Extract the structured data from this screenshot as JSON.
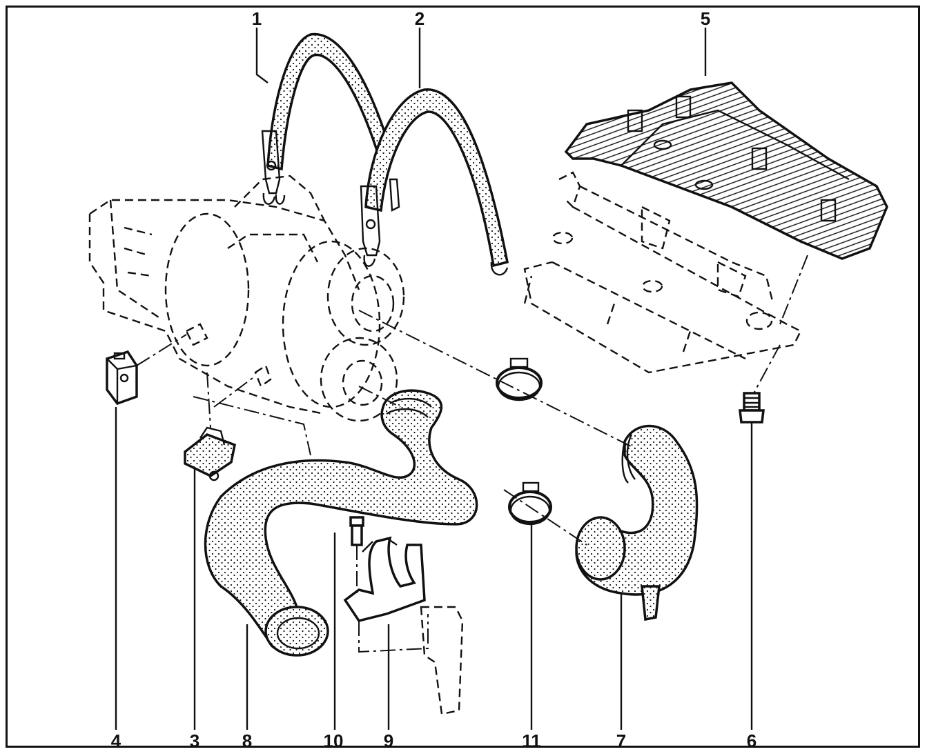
{
  "diagram": {
    "callouts": [
      {
        "id": "1",
        "label": "1"
      },
      {
        "id": "2",
        "label": "2"
      },
      {
        "id": "3",
        "label": "3"
      },
      {
        "id": "4",
        "label": "4"
      },
      {
        "id": "5",
        "label": "5"
      },
      {
        "id": "6",
        "label": "6"
      },
      {
        "id": "7",
        "label": "7"
      },
      {
        "id": "8",
        "label": "8"
      },
      {
        "id": "9",
        "label": "9"
      },
      {
        "id": "10",
        "label": "10"
      },
      {
        "id": "11",
        "label": "11"
      }
    ],
    "colors": {
      "ink": "#111111",
      "paper": "#ffffff"
    }
  }
}
